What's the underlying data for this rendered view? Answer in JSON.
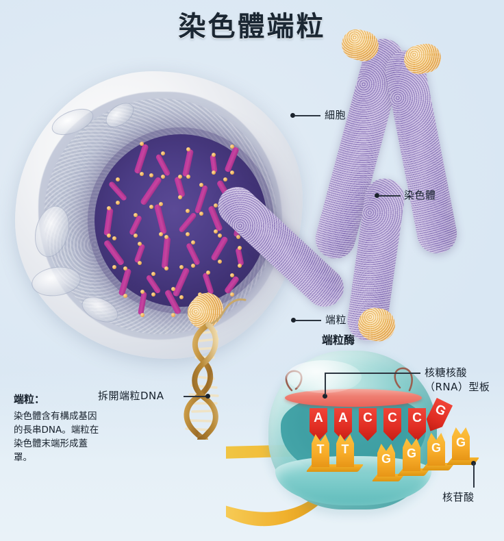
{
  "title": "染色體端粒",
  "colors": {
    "background": "#dde9f4",
    "chromosome_purple": "#a792cf",
    "telomere_gold": "#e8a94e",
    "nucleus_purple": "#4c3d86",
    "mini_chromosome_magenta": "#c6459f",
    "telomerase_teal": "#63bcbb",
    "rna_red": "#e02d22",
    "dna_yellow": "#f7ab28",
    "leader_line": "#2c3540",
    "text": "#16202b"
  },
  "labels": {
    "cell": "細胞",
    "chromosome": "染色體",
    "telomere": "端粒",
    "telomerase": "端粒酶",
    "rna_template_line1": "核糖核酸",
    "rna_template_line2": "（RNA）型板",
    "nucleotide": "核苷酸",
    "unwind_dna": "拆開端粒DNA"
  },
  "caption": {
    "title": "端粒：",
    "body": "染色體含有構成基因的長串DNA。端粒在染色體末端形成蓋罩。"
  },
  "nucleotides": {
    "rna_template": [
      "A",
      "A",
      "C",
      "C",
      "C"
    ],
    "rna_detached": "G",
    "dna_strand": [
      "T",
      "T",
      "G",
      "G",
      "G",
      "G"
    ]
  },
  "chart_data": {
    "type": "diagram",
    "subject": "Chromosome telomere and telomerase mechanism",
    "parts": [
      {
        "name": "細胞",
        "description": "cell with membrane and cytoplasm"
      },
      {
        "name": "染色體",
        "description": "large X-shaped purple chromosome"
      },
      {
        "name": "端粒",
        "description": "gold caps at chromosome ends"
      },
      {
        "name": "端粒酶",
        "description": "teal telomerase enzyme complex"
      },
      {
        "name": "核糖核酸（RNA）型板",
        "description": "red RNA template strand AACCC"
      },
      {
        "name": "核苷酸",
        "description": "yellow DNA nucleotides TT GGGG"
      },
      {
        "name": "拆開端粒DNA",
        "description": "unwound telomere DNA double helix"
      }
    ]
  }
}
